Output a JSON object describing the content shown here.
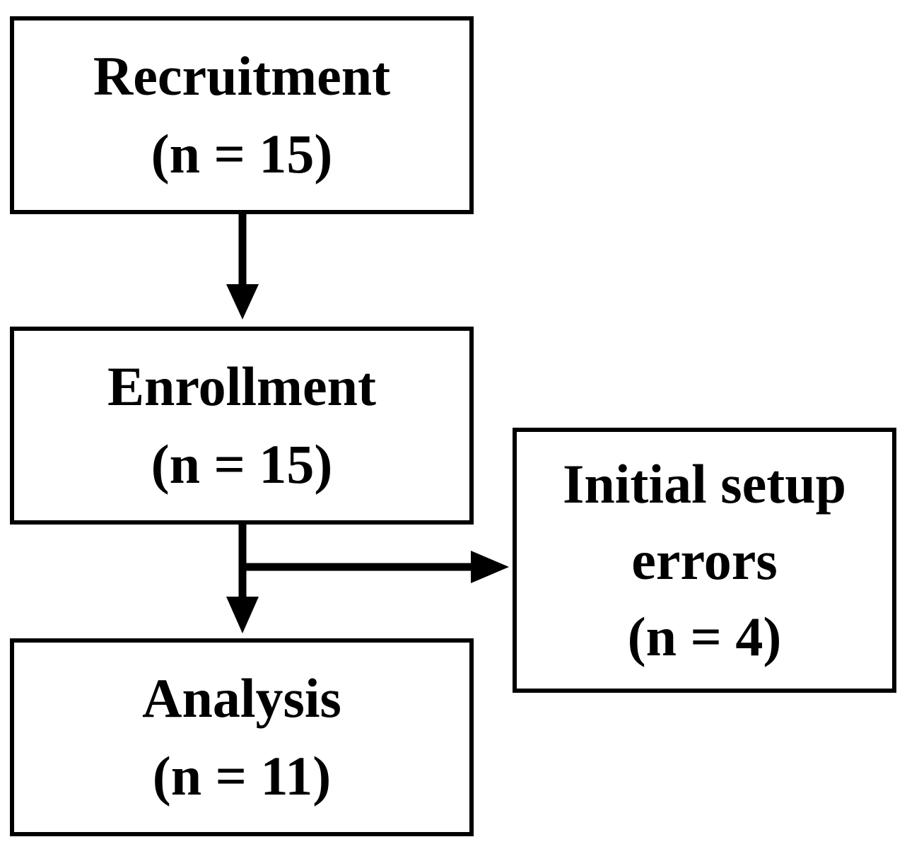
{
  "flowchart": {
    "recruitment": {
      "label": "Recruitment",
      "count": "(n = 15)"
    },
    "enrollment": {
      "label": "Enrollment",
      "count": "(n = 15)"
    },
    "excluded": {
      "label_line1": "Initial setup",
      "label_line2": "errors",
      "count": "(n = 4)"
    },
    "analysis": {
      "label": "Analysis",
      "count": "(n = 11)"
    }
  },
  "colors": {
    "stroke": "#000000",
    "background": "#ffffff"
  }
}
